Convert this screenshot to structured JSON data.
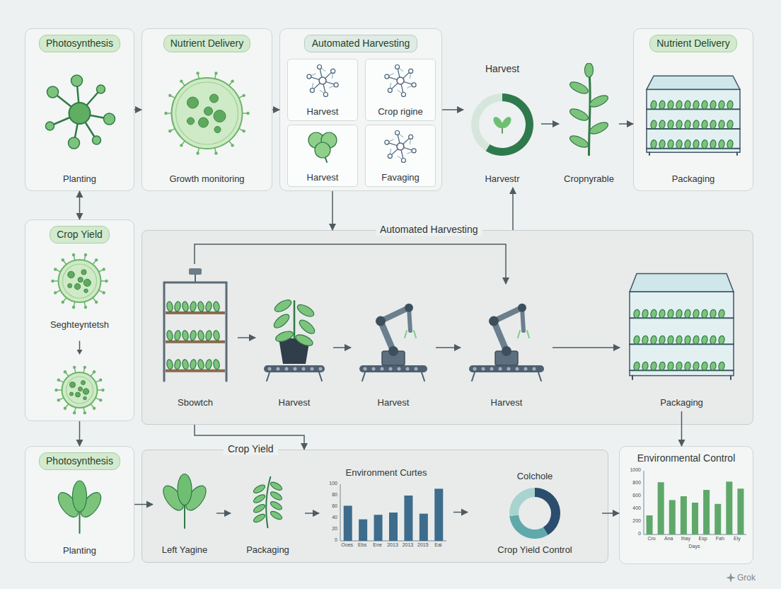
{
  "diagram": {
    "nodes": [
      {
        "text": [
          "Photosynthesis",
          "Planting"
        ]
      },
      {
        "text": [
          "Nutrient Delivery",
          "Growth monitoring"
        ]
      },
      {
        "text": [
          "Automated Harvesting"
        ]
      },
      {
        "text": [
          "Harvest"
        ],
        "in": 2
      },
      {
        "text": [
          "Crop rigine"
        ],
        "in": 2
      },
      {
        "text": [
          "Harvest"
        ],
        "in": 2
      },
      {
        "text": [
          "Favaging"
        ],
        "in": 2
      },
      {
        "text": [
          "Harvest",
          "Harvestr"
        ]
      },
      {
        "text": [
          "Cropnyrable"
        ]
      },
      {
        "text": [
          "Nutrient Delivery",
          "Packaging"
        ]
      },
      {
        "text": [
          "Crop Yield",
          "Seghteyntetsh"
        ]
      },
      {
        "text": [
          "Automated Harvesting"
        ]
      },
      {
        "text": [
          "Sbowtch"
        ],
        "in": 11
      },
      {
        "text": [
          "Harvest"
        ],
        "in": 11
      },
      {
        "text": [
          "Harvest"
        ],
        "in": 11
      },
      {
        "text": [
          "Harvest"
        ],
        "in": 11
      },
      {
        "text": [
          "Packaging"
        ],
        "in": 11
      },
      {
        "text": [
          "Photosynthesis",
          "Planting"
        ]
      },
      {
        "text": [
          "Crop Yield"
        ]
      },
      {
        "text": [
          "Left Yagine"
        ],
        "in": 18
      },
      {
        "text": [
          "Packaging"
        ],
        "in": 18
      },
      {
        "text": [
          "Environment Curtes"
        ],
        "in": 18
      },
      {
        "text": [
          "Colchole",
          "Crop Yield Control"
        ],
        "in": 18
      },
      {
        "text": [
          "Environmental Control"
        ]
      }
    ],
    "edges": [
      {
        "from": 0,
        "to": 1,
        "arrow": "to"
      },
      {
        "from": 1,
        "to": 2,
        "arrow": "to"
      },
      {
        "from": 2,
        "to": 7,
        "arrow": "to"
      },
      {
        "from": 7,
        "to": 8,
        "arrow": "to"
      },
      {
        "from": 8,
        "to": 9,
        "arrow": "to"
      },
      {
        "from": 0,
        "to": 10,
        "arrow": "both"
      },
      {
        "from": 2,
        "to": 11,
        "arrow": "to"
      },
      {
        "from": 11,
        "to": 7,
        "arrow": "to"
      },
      {
        "from": 12,
        "to": 15,
        "arrow": "to"
      },
      {
        "from": 12,
        "to": 13,
        "arrow": "to"
      },
      {
        "from": 13,
        "to": 14,
        "arrow": "to"
      },
      {
        "from": 14,
        "to": 15,
        "arrow": "to"
      },
      {
        "from": 15,
        "to": 16,
        "arrow": "to"
      },
      {
        "from": 10,
        "to": 17,
        "arrow": "to"
      },
      {
        "from": 11,
        "to": 18,
        "arrow": "to"
      },
      {
        "from": 17,
        "to": 19,
        "arrow": "to"
      },
      {
        "from": 19,
        "to": 20,
        "arrow": "to"
      },
      {
        "from": 20,
        "to": 21,
        "arrow": "to"
      },
      {
        "from": 21,
        "to": 22,
        "arrow": "to"
      },
      {
        "from": 22,
        "to": 23,
        "arrow": "to"
      },
      {
        "from": 16,
        "to": 23,
        "arrow": "to"
      }
    ],
    "labels": [
      "100",
      "80",
      "60",
      "40",
      "20",
      "0",
      "Ooes",
      "Ebs",
      "Ene",
      "2013",
      "2013",
      "2015",
      "Eal",
      "1000",
      "800",
      "600",
      "400",
      "200",
      "0",
      "Cro",
      "Ana",
      "Ihay",
      "Esp",
      "Fah",
      "Ely",
      "Days",
      "Grok"
    ]
  }
}
